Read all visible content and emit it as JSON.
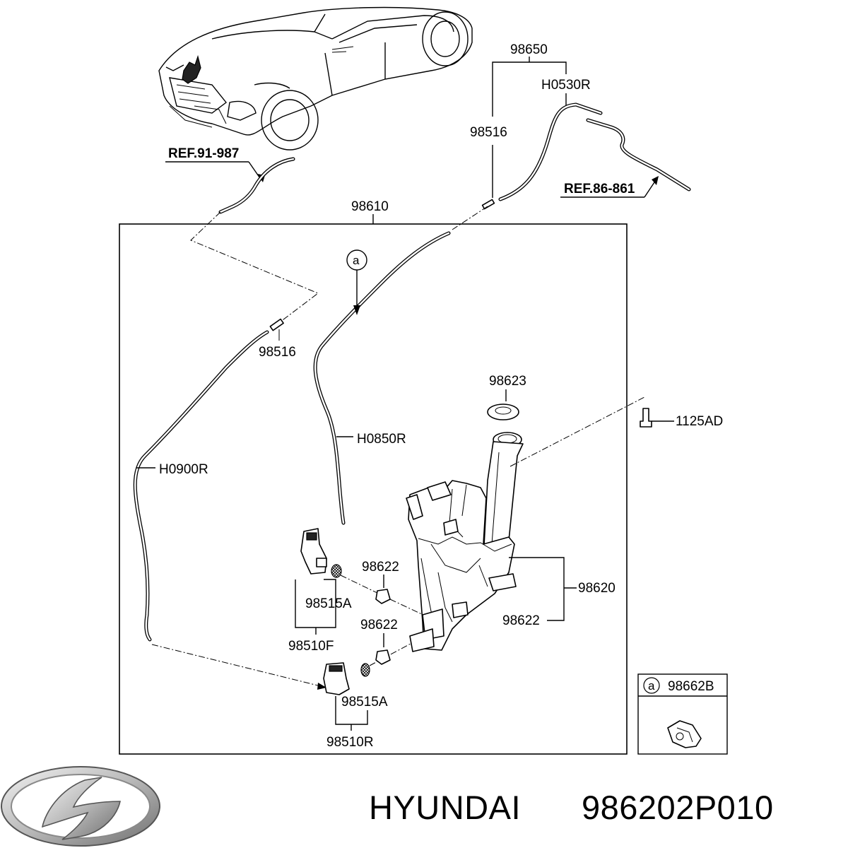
{
  "references": {
    "left": "REF.91-987",
    "right": "REF.86-861"
  },
  "labels": {
    "hose_assembly_top": "98650",
    "hose_h0530r": "H0530R",
    "connector_top": "98516",
    "hose_assembly_main": "98610",
    "connector_left": "98516",
    "hose_h0850r": "H0850R",
    "hose_h0900r": "H0900R",
    "cap": "98623",
    "bolt": "1125AD",
    "grommet_upper": "98622",
    "filter_upper": "98515A",
    "pump_front": "98510F",
    "grommet_lower": "98622",
    "reservoir": "98620",
    "reservoir_grommet": "98622",
    "filter_lower": "98515A",
    "pump_rear": "98510R"
  },
  "callout": {
    "marker": "a",
    "inset_marker": "a",
    "inset_part": "98662B"
  },
  "footer": {
    "brand": "HYUNDAI",
    "part_number": "986202P010"
  }
}
